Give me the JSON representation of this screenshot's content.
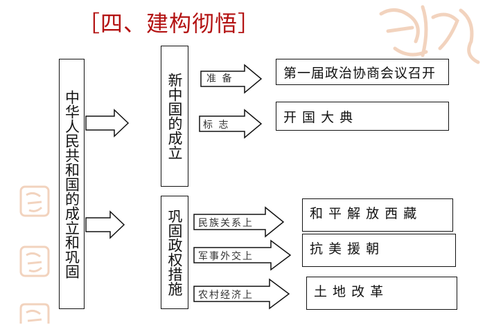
{
  "title": "［四、建构彻悟］",
  "main_box": "中华人民共和国的成立和巩固",
  "section1": {
    "title": "新中国的成立",
    "items": [
      {
        "label": "准 备",
        "result": "第一届政治协商会议召开"
      },
      {
        "label": "标 志",
        "result": "开 国 大 典"
      }
    ]
  },
  "section2": {
    "title": "巩固政权措施",
    "items": [
      {
        "label": "民族关系上",
        "result": "和 平 解 放 西 藏"
      },
      {
        "label": "军事外交上",
        "result": "抗 美 援 朝"
      },
      {
        "label": "农村经济上",
        "result": "土 地 改 革"
      }
    ]
  },
  "colors": {
    "title": "#b31212",
    "watermark": "#e9b08a",
    "line": "#111111"
  }
}
